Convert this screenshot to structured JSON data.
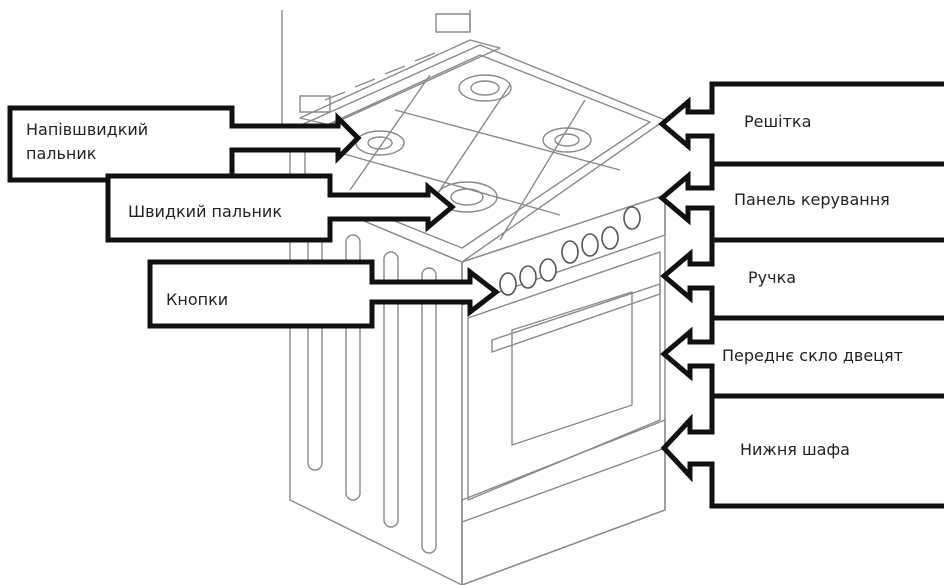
{
  "diagram": {
    "labels": {
      "semi_rapid_burner": "Напівшвидкий пальник",
      "rapid_burner": "Швидкий пальник",
      "knobs": "Кнопки",
      "grate": "Решітка",
      "control_panel": "Панель керування",
      "handle": "Ручка",
      "oven_glass": "Переднє скло двецят",
      "bottom_cabinet": "Нижня шафа"
    }
  }
}
